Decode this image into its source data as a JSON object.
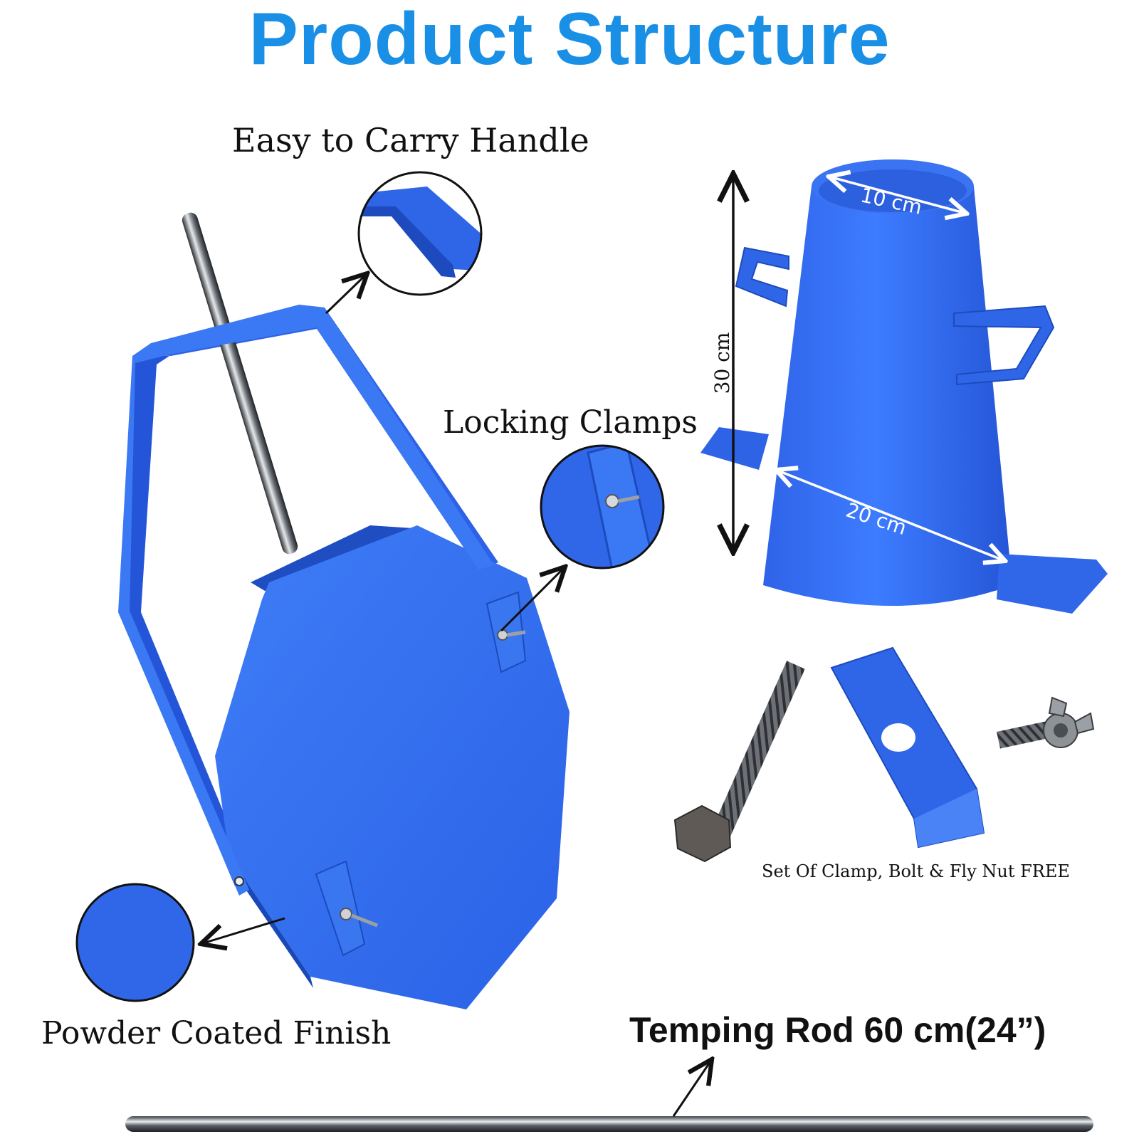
{
  "title": "Product Structure",
  "labels": {
    "handle": "Easy to Carry Handle",
    "clamps": "Locking Clamps",
    "finish": "Powder Coated Finish",
    "set": "Set Of Clamp, Bolt & Fly Nut FREE",
    "rod": "Temping Rod 60 cm(24”)"
  },
  "dimensions": {
    "top": "10 cm",
    "bottom": "20 cm",
    "height": "30 cm"
  },
  "colors": {
    "title": "#1a8fe6",
    "steel_blue": "#2f6ff0",
    "steel_blue_dark": "#1d4fc4",
    "metal": "#8a8f96",
    "text": "#111111"
  }
}
